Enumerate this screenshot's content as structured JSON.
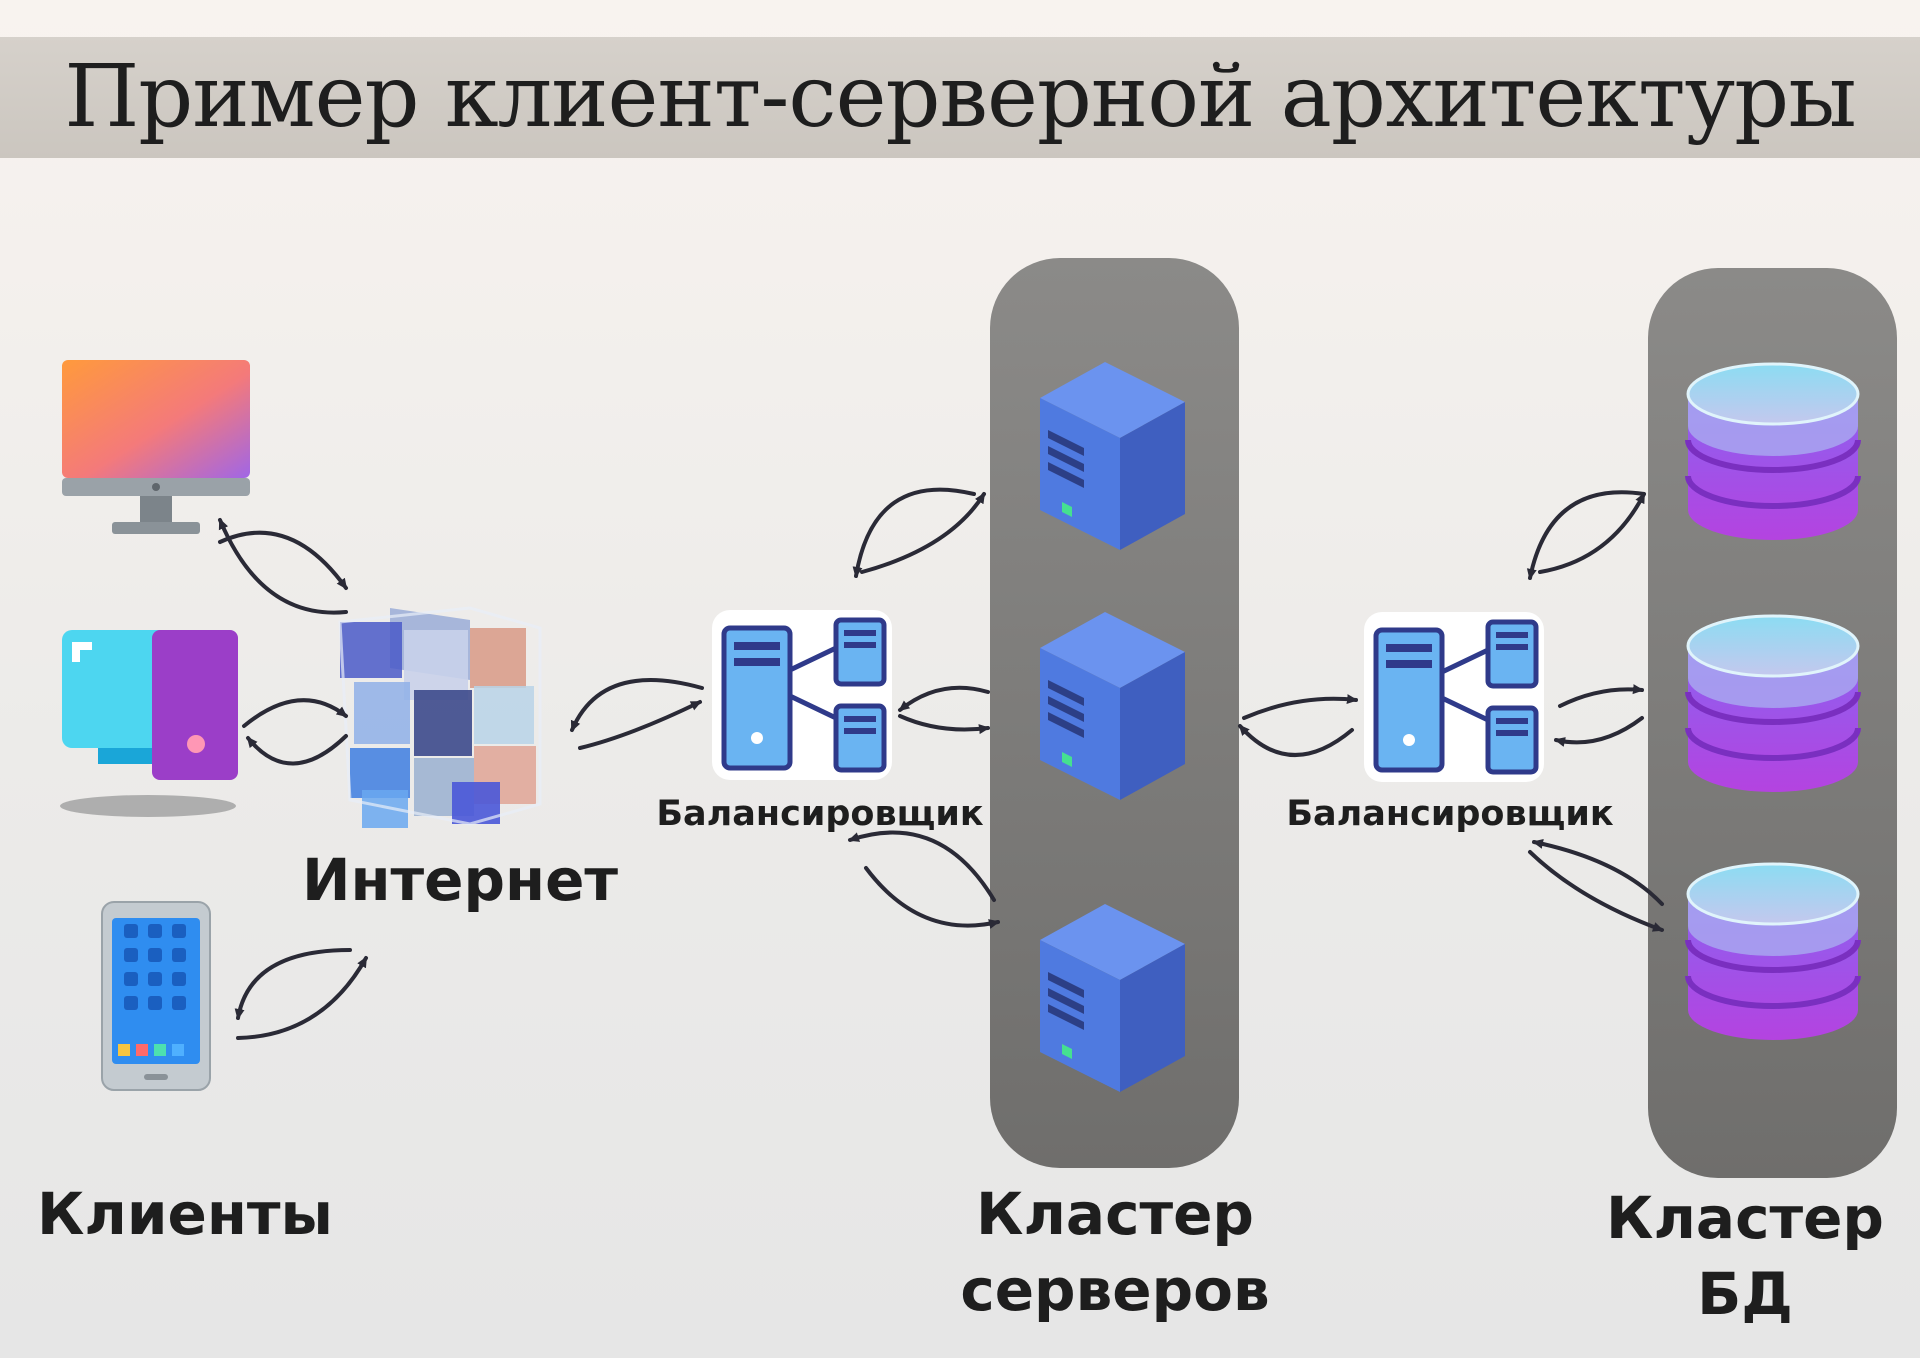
{
  "title": "Пример клиент-серверной архитектуры",
  "labels": {
    "internet": "Интернет",
    "clients": "Клиенты",
    "balancer_left": "Балансировщик",
    "balancer_right": "Балансировщик",
    "server_cluster_line1": "Кластер",
    "server_cluster_line2": "серверов",
    "db_cluster_line1": "Кластер",
    "db_cluster_line2": "БД"
  },
  "icons": {
    "clients": [
      "desktop-monitor-icon",
      "desktop-pc-icon",
      "smartphone-icon"
    ],
    "internet": "glass-cube-network-icon",
    "balancers": [
      "load-balancer-icon",
      "load-balancer-icon"
    ],
    "servers": [
      "server-icon",
      "server-icon",
      "server-icon"
    ],
    "databases": [
      "database-icon",
      "database-icon",
      "database-icon"
    ]
  },
  "colors": {
    "cluster_fill": "#7d7c7a",
    "server_blue": "#4f7ae0",
    "database_purple": "#a04de8",
    "balancer_blue": "#6ab4f2",
    "balancer_outline": "#2f3a8a",
    "arrow": "#2a2a36"
  }
}
